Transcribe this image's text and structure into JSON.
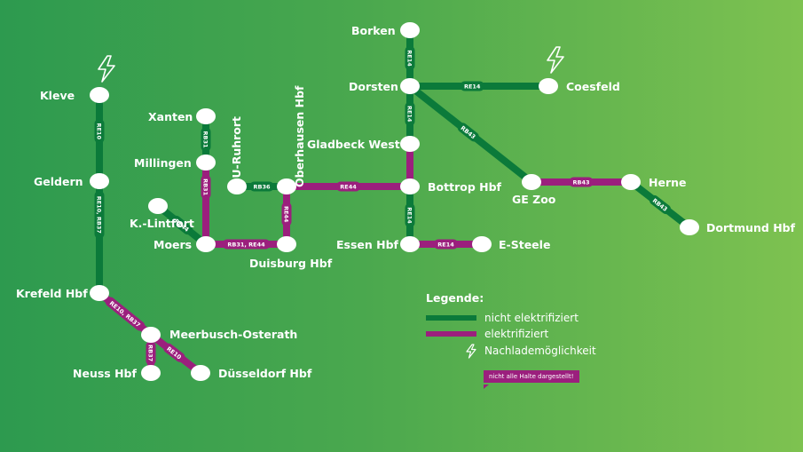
{
  "colors": {
    "not_electrified": "#0b7a3a",
    "electrified": "#9b1f7d",
    "station_fill": "#ffffff",
    "line_label_text": "#ffffff"
  },
  "stations": [
    {
      "id": "kleve",
      "name": "Kleve"
    },
    {
      "id": "geldern",
      "name": "Geldern"
    },
    {
      "id": "krefeld",
      "name": "Krefeld Hbf"
    },
    {
      "id": "meerbusch",
      "name": "Meerbusch-Osterath"
    },
    {
      "id": "neuss",
      "name": "Neuss Hbf"
    },
    {
      "id": "duesseldorf",
      "name": "Düsseldorf Hbf"
    },
    {
      "id": "xanten",
      "name": "Xanten"
    },
    {
      "id": "millingen",
      "name": "Millingen"
    },
    {
      "id": "klintfort",
      "name": "K.-Lintfort"
    },
    {
      "id": "moers",
      "name": "Moers"
    },
    {
      "id": "duruhrort",
      "name": "DU-Ruhrort"
    },
    {
      "id": "oberhausen",
      "name": "Oberhausen Hbf"
    },
    {
      "id": "duisburg",
      "name": "Duisburg Hbf"
    },
    {
      "id": "borken",
      "name": "Borken"
    },
    {
      "id": "dorsten",
      "name": "Dorsten"
    },
    {
      "id": "coesfeld",
      "name": "Coesfeld"
    },
    {
      "id": "gladbeck",
      "name": "Gladbeck West"
    },
    {
      "id": "bottrop",
      "name": "Bottrop Hbf"
    },
    {
      "id": "essen",
      "name": "Essen Hbf"
    },
    {
      "id": "esteele",
      "name": "E-Steele"
    },
    {
      "id": "gezoo",
      "name": "GE Zoo"
    },
    {
      "id": "herne",
      "name": "Herne"
    },
    {
      "id": "dortmund",
      "name": "Dortmund Hbf"
    }
  ],
  "segments": [
    {
      "from": "kleve",
      "to": "geldern",
      "type": "not_electrified",
      "label": "RE10"
    },
    {
      "from": "geldern",
      "to": "krefeld",
      "type": "not_electrified",
      "label": "RE10, RB37"
    },
    {
      "from": "krefeld",
      "to": "meerbusch",
      "type": "electrified",
      "label": "RE10, RB37"
    },
    {
      "from": "meerbusch",
      "to": "neuss",
      "type": "electrified",
      "label": "RB37"
    },
    {
      "from": "meerbusch",
      "to": "duesseldorf",
      "type": "electrified",
      "label": "RE10"
    },
    {
      "from": "xanten",
      "to": "millingen",
      "type": "not_electrified",
      "label": "RB31"
    },
    {
      "from": "millingen",
      "to": "moers",
      "type": "electrified",
      "label": "RB31"
    },
    {
      "from": "klintfort",
      "to": "moers",
      "type": "not_electrified",
      "label": "RE44"
    },
    {
      "from": "moers",
      "to": "duisburg",
      "type": "electrified",
      "label": "RB31, RE44"
    },
    {
      "from": "duruhrort",
      "to": "oberhausen",
      "type": "not_electrified",
      "label": "RB36"
    },
    {
      "from": "oberhausen",
      "to": "duisburg",
      "type": "electrified",
      "label": "RE44"
    },
    {
      "from": "oberhausen",
      "to": "bottrop",
      "type": "electrified",
      "label": "RE44"
    },
    {
      "from": "borken",
      "to": "dorsten",
      "type": "not_electrified",
      "label": "RE14"
    },
    {
      "from": "dorsten",
      "to": "coesfeld",
      "type": "not_electrified",
      "label": "RE14"
    },
    {
      "from": "dorsten",
      "to": "gladbeck",
      "type": "not_electrified",
      "label": "RE14"
    },
    {
      "from": "gladbeck",
      "to": "bottrop",
      "type": "electrified",
      "label": ""
    },
    {
      "from": "bottrop",
      "to": "essen",
      "type": "not_electrified",
      "label": "RE14"
    },
    {
      "from": "essen",
      "to": "esteele",
      "type": "electrified",
      "label": "RE14"
    },
    {
      "from": "dorsten",
      "to": "gezoo",
      "type": "not_electrified",
      "label": "RB43"
    },
    {
      "from": "gezoo",
      "to": "herne",
      "type": "electrified",
      "label": "RB43"
    },
    {
      "from": "herne",
      "to": "dortmund",
      "type": "not_electrified",
      "label": "RB43"
    }
  ],
  "charging_icons": [
    {
      "near": "kleve",
      "icon": "lightning-bolt-icon"
    },
    {
      "near": "coesfeld",
      "icon": "lightning-bolt-icon"
    }
  ],
  "legend": {
    "title": "Legende:",
    "items": [
      {
        "key": "not_electrified",
        "text": "nicht elektrifiziert"
      },
      {
        "key": "electrified",
        "text": "elektrifiziert"
      },
      {
        "key": "charging",
        "text": "Nachlademöglichkeit",
        "icon": "lightning-bolt-icon"
      }
    ]
  },
  "note": "nicht alle Halte dargestellt!"
}
